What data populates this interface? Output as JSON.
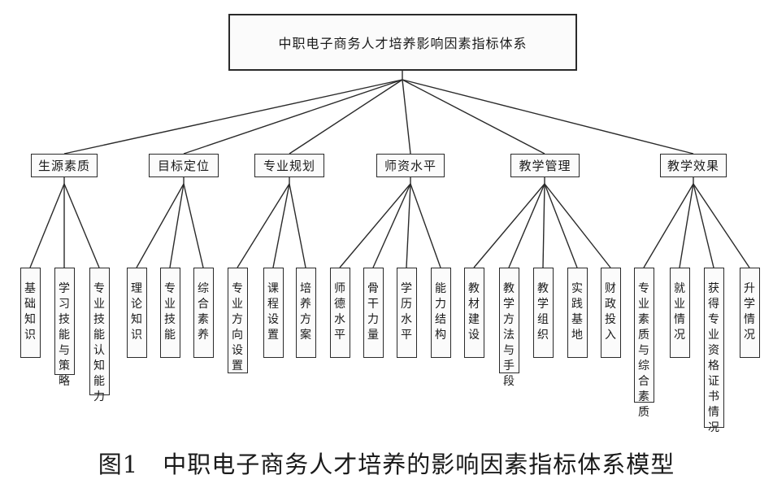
{
  "root": "中职电子商务人才培养影响因素指标体系",
  "categories": [
    {
      "label": "生源素质",
      "leaves": [
        "基础知识",
        "学习技能与策略",
        "专业技能认知能力"
      ]
    },
    {
      "label": "目标定位",
      "leaves": [
        "理论知识",
        "专业技能",
        "综合素养"
      ]
    },
    {
      "label": "专业规划",
      "leaves": [
        "专业方向设置",
        "课程设置",
        "培养方案"
      ]
    },
    {
      "label": "师资水平",
      "leaves": [
        "师德水平",
        "骨干力量",
        "学历水平",
        "能力结构"
      ]
    },
    {
      "label": "教学管理",
      "leaves": [
        "教材建设",
        "教学方法与手段",
        "教学组织",
        "实践基地",
        "财政投入"
      ]
    },
    {
      "label": "教学效果",
      "leaves": [
        "专业素质与综合素质",
        "就业情况",
        "获得专业资格证书情况",
        "升学情况"
      ]
    }
  ],
  "caption": "图1　中职电子商务人才培养的影响因素指标体系模型"
}
